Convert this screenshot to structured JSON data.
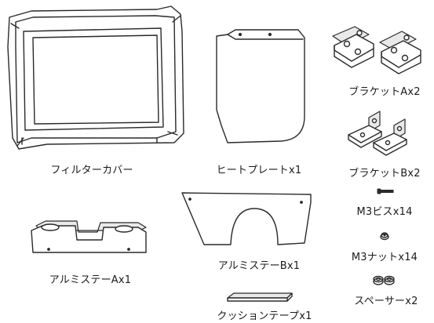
{
  "parts": [
    {
      "name": "filter_cover",
      "label": "フィルターカバー"
    },
    {
      "name": "heat_plate",
      "label": "ヒートプレートx1"
    },
    {
      "name": "bracket_a",
      "label": "ブラケットAx2"
    },
    {
      "name": "bracket_b",
      "label": "ブラケットBx2"
    },
    {
      "name": "m3_screw",
      "label": "M3ビスx14"
    },
    {
      "name": "m3_nut",
      "label": "M3ナットx14"
    },
    {
      "name": "spacer",
      "label": "スペーサーx2"
    },
    {
      "name": "aluminum_stay_a",
      "label": "アルミステーAx1"
    },
    {
      "name": "aluminum_stay_b",
      "label": "アルミステーBx1"
    },
    {
      "name": "cushion_tape",
      "label": "クッションテープx1"
    }
  ]
}
